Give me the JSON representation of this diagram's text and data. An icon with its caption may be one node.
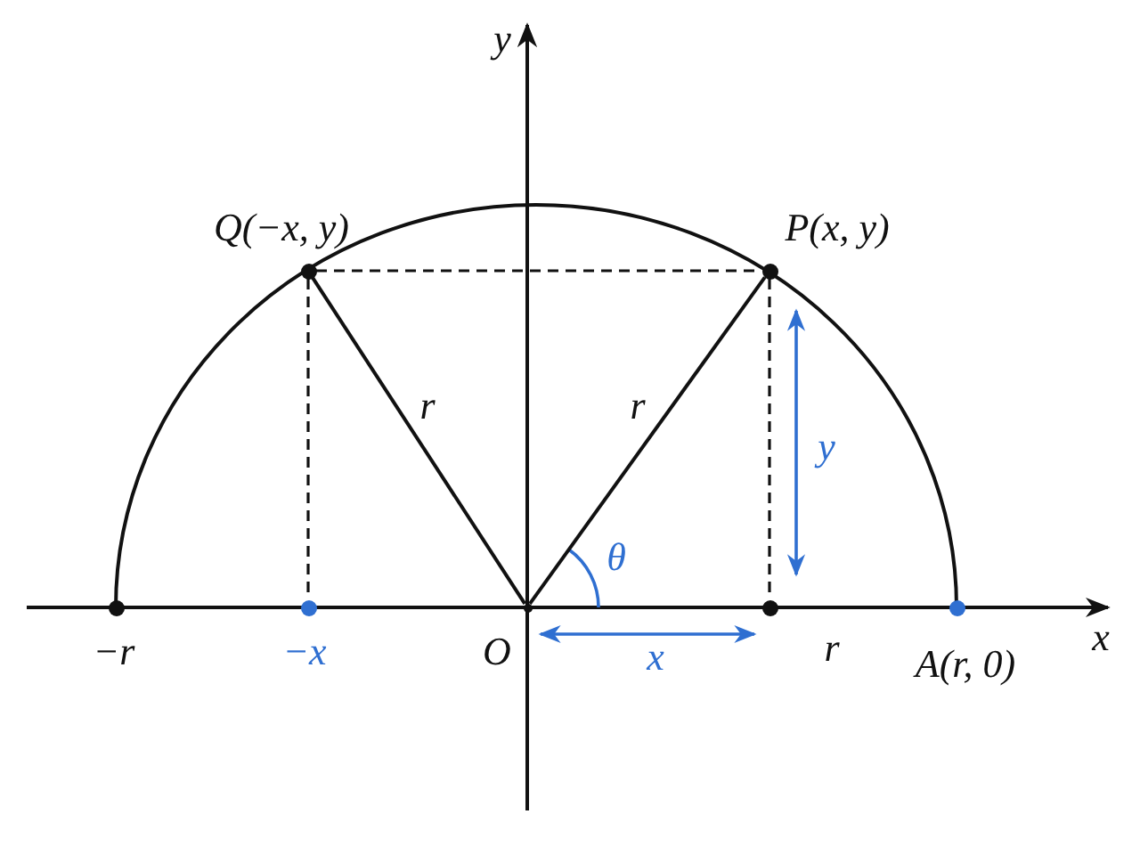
{
  "diagram": {
    "nodes": [
      {
        "text": [],
        "shape": "circle",
        "beside": [
          "P(x, y)"
        ]
      },
      {
        "text": [],
        "shape": "circle",
        "beside": [
          "Q(−x, y)"
        ]
      },
      {
        "text": [],
        "shape": "point",
        "beside": [
          "O"
        ]
      },
      {
        "text": [],
        "shape": "circle"
      },
      {
        "text": [],
        "shape": "circle",
        "beside": [
          "−x"
        ]
      },
      {
        "text": [],
        "shape": "circle",
        "beside": [
          "−r"
        ]
      },
      {
        "text": [],
        "shape": "circle",
        "beside": [
          "A(r, 0)"
        ]
      }
    ],
    "edges": [
      {
        "from": 1,
        "to": 0,
        "arrow": "none",
        "style": "dashed"
      },
      {
        "from": 1,
        "to": 4,
        "arrow": "none",
        "style": "dashed"
      },
      {
        "from": 0,
        "to": 3,
        "arrow": "none",
        "style": "dashed"
      },
      {
        "from": 2,
        "to": 1,
        "arrow": "none",
        "label": "r"
      },
      {
        "from": 2,
        "to": 0,
        "arrow": "none",
        "label": "r"
      },
      {
        "from": 2,
        "to": 3,
        "arrow": "both",
        "label": "x",
        "color": "#2f6fd1"
      },
      {
        "from": 3,
        "to": 0,
        "arrow": "both",
        "label": "y",
        "color": "#2f6fd1"
      }
    ],
    "labels": [
      "y",
      "θ",
      "x",
      "r"
    ]
  }
}
